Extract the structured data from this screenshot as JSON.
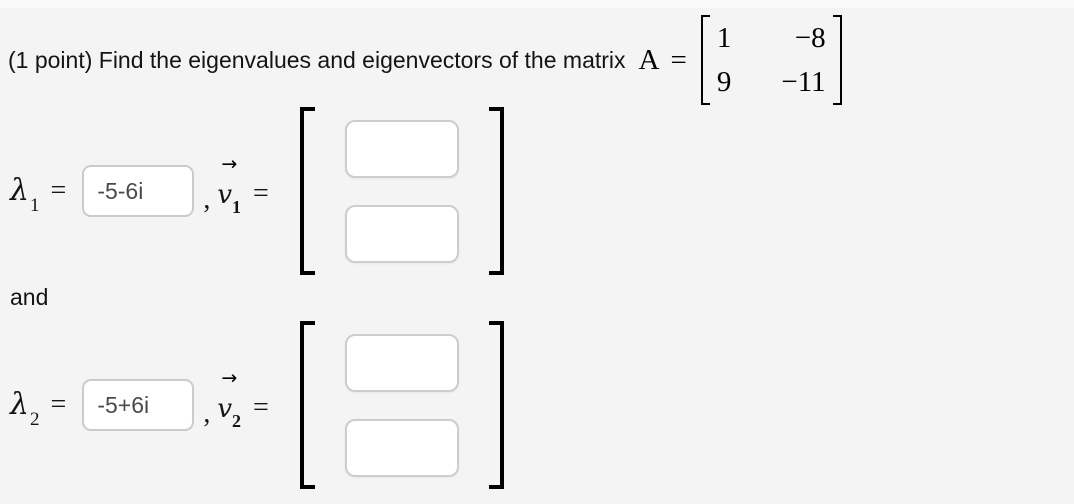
{
  "colors": {
    "background": "#f4f4f5",
    "top_strip": "#fafafa",
    "text": "#141414",
    "input_border": "#cbcbcb",
    "input_text": "#4a4a4a",
    "bracket": "#000000"
  },
  "prompt": {
    "text": "(1 point) Find the eigenvalues and eigenvectors of the matrix",
    "matrix_name": "A",
    "equals": "=",
    "matrix_rows": [
      [
        "1",
        "−8"
      ],
      [
        "9",
        "−11"
      ]
    ]
  },
  "connector": "and",
  "answers": [
    {
      "lambda": "λ",
      "sub": "1",
      "equals": "=",
      "value": "-5-6i",
      "comma": ",",
      "arrow": "→",
      "vector": "v",
      "vector_sub": "1",
      "vector_equals": "=",
      "components": [
        "",
        ""
      ]
    },
    {
      "lambda": "λ",
      "sub": "2",
      "equals": "=",
      "value": "-5+6i",
      "comma": ",",
      "arrow": "→",
      "vector": "v",
      "vector_sub": "2",
      "vector_equals": "=",
      "components": [
        "",
        ""
      ]
    }
  ]
}
